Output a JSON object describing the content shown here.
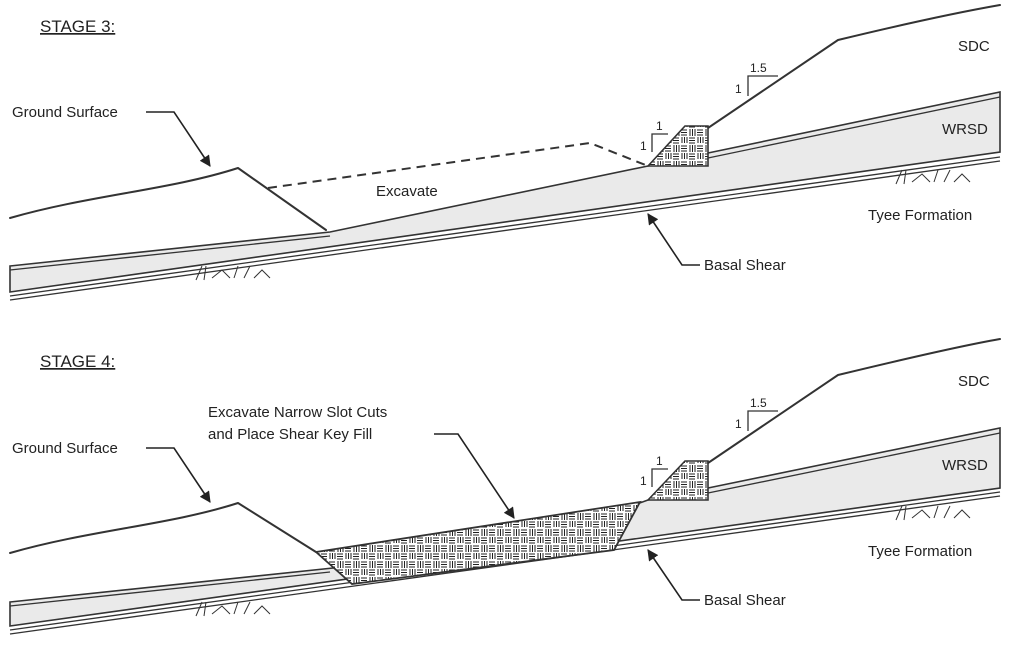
{
  "stage3": {
    "title": "STAGE 3:",
    "ground_surface": "Ground Surface",
    "excavate": "Excavate",
    "sdc": "SDC",
    "wrsd": "WRSD",
    "tyee": "Tyee Formation",
    "basal_shear": "Basal Shear",
    "slope_upper_h": "1.5",
    "slope_upper_v": "1",
    "slope_key_h": "1",
    "slope_key_v": "1"
  },
  "stage4": {
    "title": "STAGE 4:",
    "ground_surface": "Ground Surface",
    "slot_line1": "Excavate Narrow Slot Cuts",
    "slot_line2": "and Place Shear Key Fill",
    "sdc": "SDC",
    "wrsd": "WRSD",
    "tyee": "Tyee Formation",
    "basal_shear": "Basal Shear",
    "slope_upper_h": "1.5",
    "slope_upper_v": "1",
    "slope_key_h": "1",
    "slope_key_v": "1"
  },
  "colors": {
    "line": "#333333",
    "band_fill": "#eaeaea",
    "background": "#ffffff"
  }
}
